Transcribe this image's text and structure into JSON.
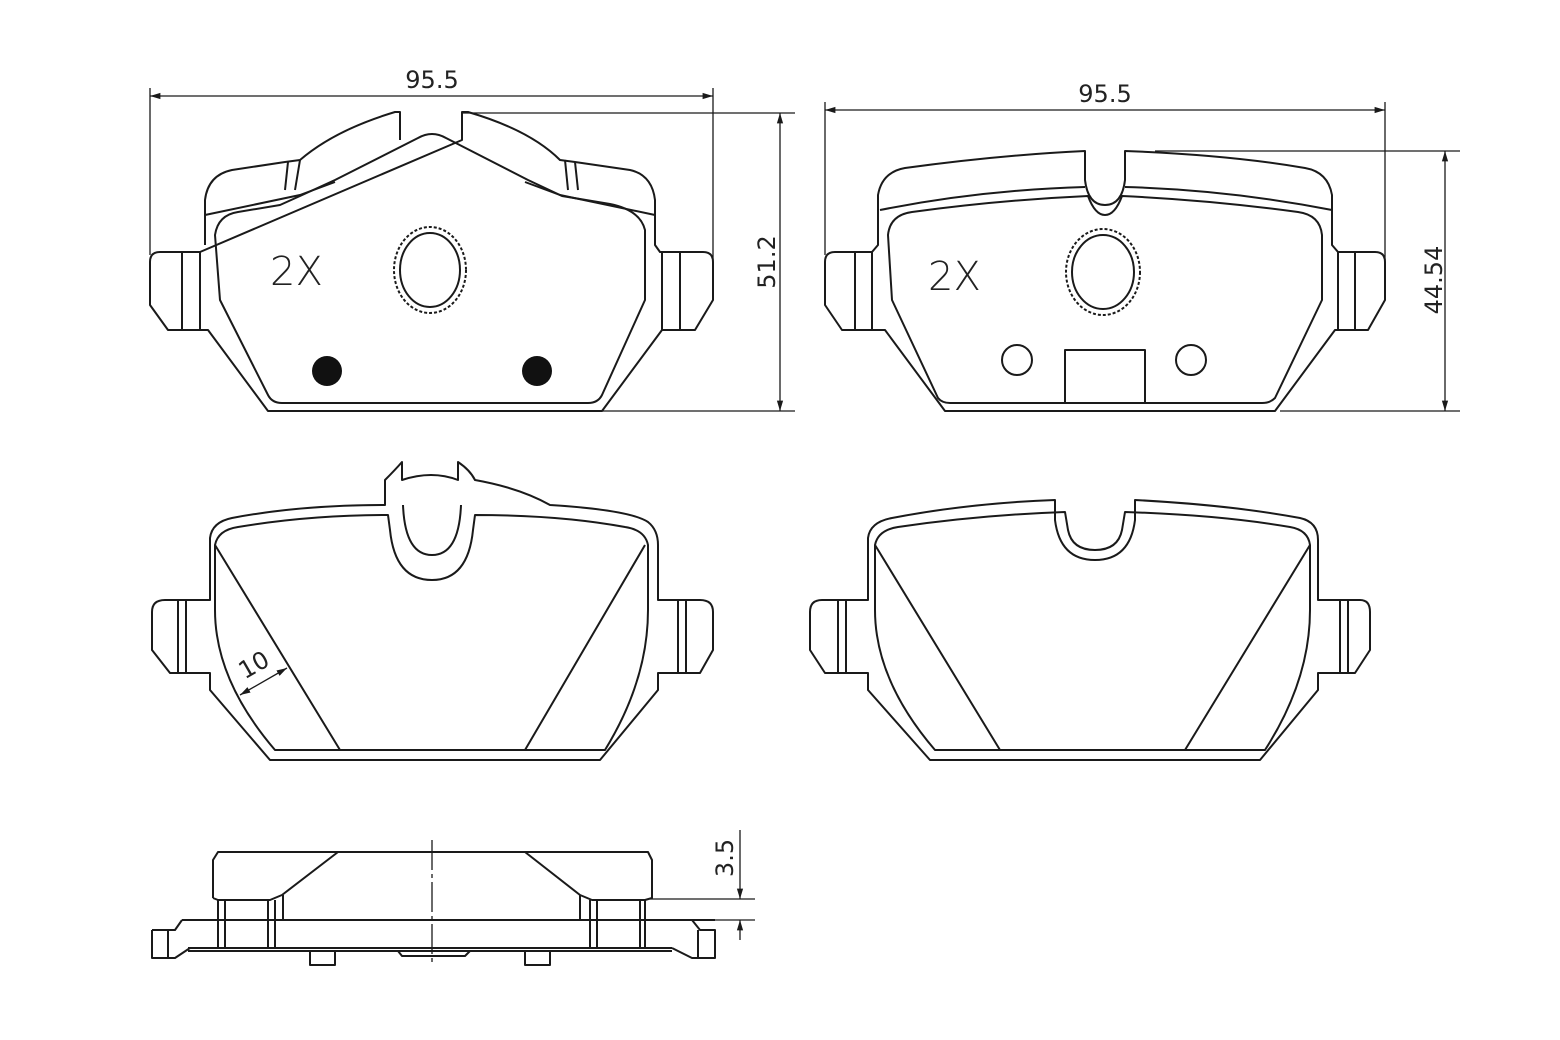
{
  "drawing": {
    "view_front_a": {
      "width_dim": "95.5",
      "height_dim": "51.2",
      "quantity": "2X"
    },
    "view_front_b": {
      "width_dim": "95.5",
      "height_dim": "44.54",
      "quantity": "2X"
    },
    "view_friction_a": {
      "chamfer_dim": "10"
    },
    "view_side": {
      "thickness_dim": "3.5"
    },
    "colors": {
      "line": "#1a1a1a",
      "background": "#ffffff"
    }
  }
}
